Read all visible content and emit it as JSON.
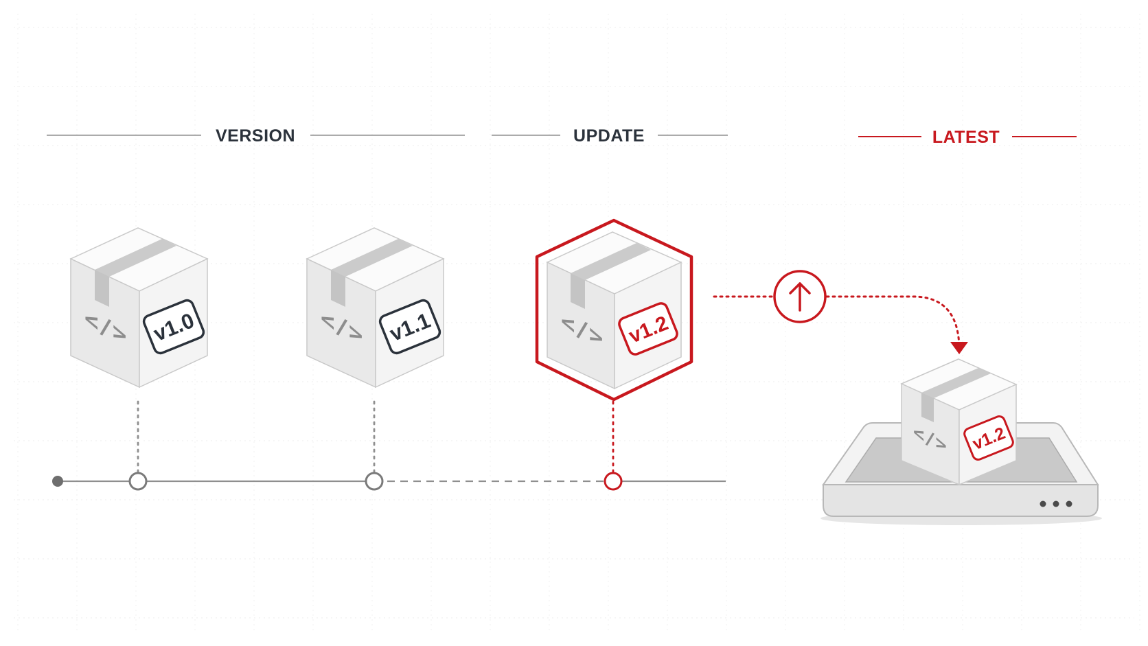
{
  "headers": {
    "version": "VERSION",
    "update": "UPDATE",
    "latest": "LATEST"
  },
  "packages": [
    {
      "tag": "v1.0",
      "code_symbol": "</>",
      "state": "released",
      "icon": "package-box-icon"
    },
    {
      "tag": "v1.1",
      "code_symbol": "</>",
      "state": "released",
      "icon": "package-box-icon"
    },
    {
      "tag": "v1.2",
      "code_symbol": "</>",
      "state": "update",
      "icon": "package-box-icon"
    }
  ],
  "deployed": {
    "tag": "v1.2",
    "code_symbol": "</>",
    "icon": "package-box-icon"
  },
  "transfer_icon": "arrow-up-icon",
  "device_icon": "server-device-icon",
  "colors": {
    "accent": "#c8181e",
    "dark": "#2b323b",
    "line": "#8f8f8f",
    "box_face": "#f1f1f1"
  }
}
